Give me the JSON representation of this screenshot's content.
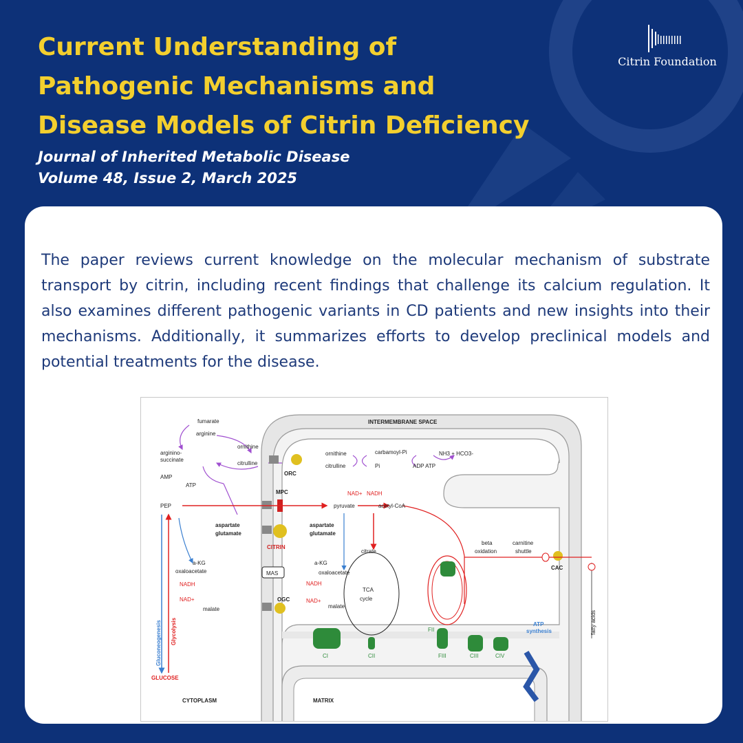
{
  "header": {
    "title_lines": [
      "Current Understanding of",
      "Pathogenic Mechanisms and",
      "Disease Models of Citrin Deficiency"
    ],
    "journal": "Journal of Inherited Metabolic Disease",
    "issue": "Volume 48, Issue 2, March 2025"
  },
  "logo": {
    "text": "Citrin Foundation",
    "icon": "bar-graph-logo-icon"
  },
  "summary": "The paper reviews current knowledge on the molecular mechanism of substrate transport by citrin, including recent findings that challenge its calcium regulation. It also examines different pathogenic variants in CD patients and new insights into their mechanisms. Additionally, it summarizes efforts to develop preclinical models and potential treatments for the disease.",
  "figure": {
    "regions": {
      "intermembrane": "INTERMEMBRANE SPACE",
      "cytoplasm": "CYTOPLASM",
      "matrix": "MATRIX"
    },
    "urea": {
      "fumarate": "fumarate",
      "arginine": "arginine",
      "ornithine": "ornithine",
      "argininosuccinate_1": "arginino-",
      "argininosuccinate_2": "succinate",
      "citrulline": "citrulline",
      "amp": "AMP",
      "atp": "ATP"
    },
    "matrix_urea": {
      "ornithine": "ornithine",
      "citrulline": "citrulline",
      "carbamoyl": "carbamoyl-Pi",
      "pi": "Pi",
      "nh3": "NH3 + HCO3-",
      "adp_atp": "ADP  ATP"
    },
    "transporters": {
      "orc": "ORC",
      "mpc": "MPC",
      "citrin": "CITRIN",
      "mas": "MAS",
      "ogc": "OGC",
      "cac": "CAC"
    },
    "metabolites": {
      "pep": "PEP",
      "pyruvate": "pyruvate",
      "nad_plus": "NAD+",
      "nadh": "NADH",
      "acetyl_coa": "acetyl-CoA",
      "aspartate": "aspartate",
      "glutamate": "glutamate",
      "akg": "a-KG",
      "oxaloacetate": "oxaloacetate",
      "malate": "malate",
      "citrate": "citrate",
      "tca_1": "TCA",
      "tca_2": "cycle",
      "beta_1": "beta",
      "beta_2": "oxidation",
      "carnitine_1": "carnitine",
      "carnitine_2": "shuttle",
      "fatty_acids": "fatty acids",
      "glucose": "GLUCOSE",
      "gluconeogenesis": "Gluconeogenesis",
      "glycolysis": "Glycolysis",
      "atp_synth_1": "ATP",
      "atp_synth_2": "synthesis"
    },
    "complexes": {
      "ci": "CI",
      "cii": "CII",
      "fii": "FII",
      "fiii": "FIII",
      "ciii": "CIII",
      "civ": "CIV"
    }
  }
}
